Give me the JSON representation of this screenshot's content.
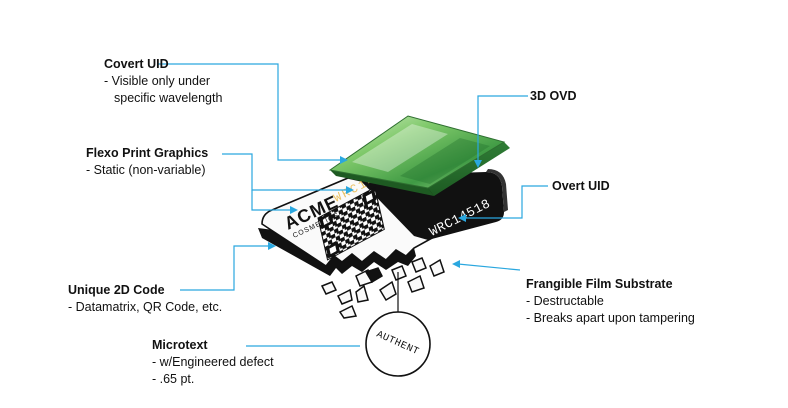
{
  "labels": {
    "covert_uid": {
      "title": "Covert UID",
      "lines": [
        "- Visible only under",
        "specific wavelength"
      ]
    },
    "flexo": {
      "title": "Flexo Print Graphics",
      "lines": [
        "- Static (non-variable)"
      ]
    },
    "ovd": {
      "title": "3D OVD"
    },
    "overt_uid": {
      "title": "Overt UID"
    },
    "unique_2d": {
      "title": "Unique 2D Code",
      "lines": [
        "- Datamatrix, QR Code, etc."
      ]
    },
    "frangible": {
      "title": "Frangible Film Substrate",
      "lines": [
        "- Destructable",
        "- Breaks apart upon tampering"
      ]
    },
    "microtext": {
      "title": "Microtext",
      "lines": [
        "- w/Engineered defect",
        "- .65 pt."
      ]
    }
  },
  "label_art": {
    "brand": "ACME",
    "brand_sub": "COSMETICS",
    "serial": "WRC14518",
    "micro": "AUTHENT",
    "covert_glow": "WRC14518"
  },
  "colors": {
    "leader": "#2aa7df",
    "ovd_green": "#5cb85c",
    "label_black": "#111111",
    "covert_yellow": "#e8b84a"
  }
}
